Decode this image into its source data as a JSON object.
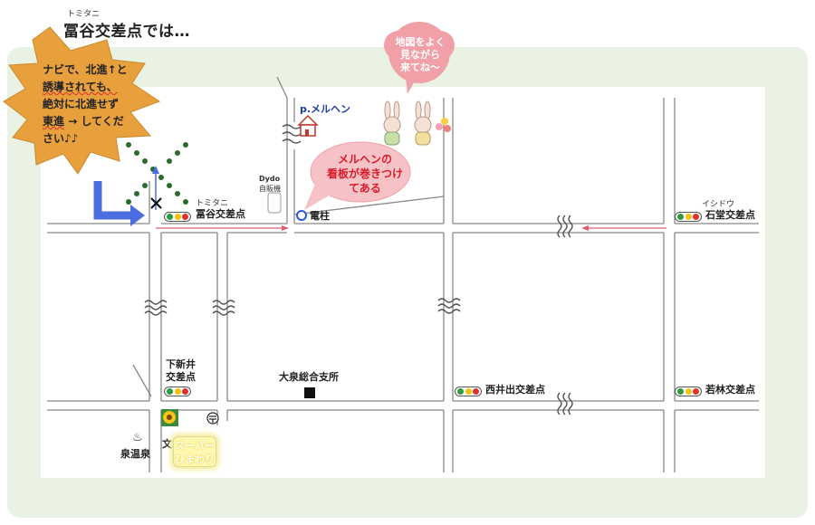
{
  "header": {
    "title": "冨谷交差点では…",
    "title_ruby": "トミタニ"
  },
  "callouts": {
    "starburst_lines": [
      "ナビで、北進↑と",
      "誘導されても、",
      "絶対に北進せず"
    ],
    "starburst_east_prefix": "東進",
    "starburst_east_suffix": " → してくだ",
    "starburst_last": "さい♪♪",
    "cloud_lines": [
      "地図をよく",
      "見ながら",
      "来てね～"
    ],
    "sign_lines": [
      "メルヘンの",
      "看板が巻きつけ",
      "てある"
    ]
  },
  "places": {
    "marchen": "p.メルヘン",
    "dydo_brand": "Dydo",
    "dydo_machine": "自販機",
    "pole": "電柱",
    "tomitani_ruby": "トミタニ",
    "tomitani": "冨谷交差点",
    "ishido_ruby": "イシドウ",
    "ishido": "石堂交差点",
    "shimoniii_line1": "下新井",
    "shimoniii_line2": "交差点",
    "oizumi": "大泉総合支所",
    "nishiide": "西井出交差点",
    "wakabayashi": "若林交差点",
    "onsen": "泉温泉",
    "school": "文",
    "post": "〒",
    "super_line1": "スーパー",
    "super_line2": "ひまわり"
  },
  "icons": {
    "onsen": "♨",
    "sunflower": "sunflower-icon",
    "house": "house-icon",
    "traffic_light": "traffic-light-icon"
  },
  "colors": {
    "panel": "#e9f2e3",
    "road": "#888888",
    "route_red": "#e05a70",
    "arrow_blue": "#4a6de0",
    "starburst": "#e8a03c",
    "cloud": "#f2a0a8",
    "sign_bubble": "#f6c2c6",
    "pole_ring": "#2a5bd7",
    "light_green": "#2e9a3a",
    "light_yellow": "#f4c20d",
    "light_red": "#e0312b"
  }
}
